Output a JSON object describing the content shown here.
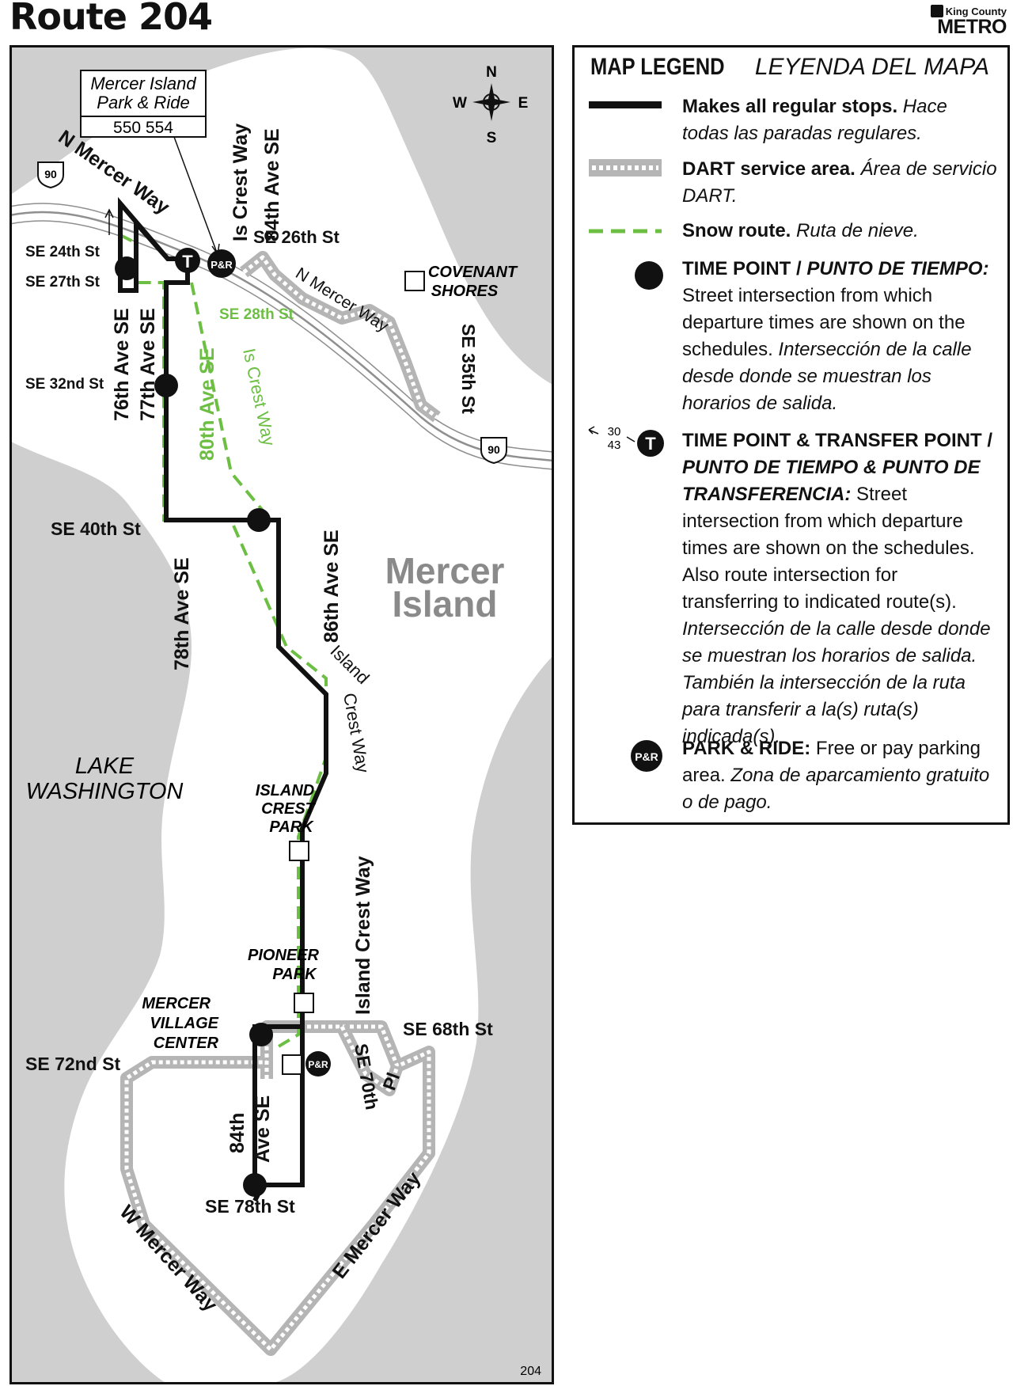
{
  "header": {
    "route_title": "Route 204",
    "agency_small": "King County",
    "agency_big": "METRO"
  },
  "map": {
    "park_ride_box": {
      "name": "Mercer Island Park & Ride",
      "name_line1": "Mercer Island",
      "name_line2": "Park & Ride",
      "routes": "550 554"
    },
    "compass": {
      "n": "N",
      "s": "S",
      "e": "E",
      "w": "W"
    },
    "freeway_shield": "90",
    "place_label": {
      "line1": "Mercer",
      "line2": "Island"
    },
    "lake_label": {
      "line1": "LAKE",
      "line2": "WASHINGTON"
    },
    "landmarks": {
      "covenant_shores": {
        "line1": "COVENANT",
        "line2": "SHORES"
      },
      "island_crest_park": {
        "line1": "ISLAND",
        "line2": "CREST",
        "line3": "PARK"
      },
      "pioneer_park": {
        "line1": "PIONEER",
        "line2": "PARK"
      },
      "mercer_village_center": {
        "line1": "MERCER",
        "line2": "VILLAGE",
        "line3": "CENTER"
      }
    },
    "streets": {
      "n_mercer_way_top": "N Mercer Way",
      "is_crest_way_top": "Is Crest Way",
      "ave84_top": "84th Ave SE",
      "se26": "SE 26th St",
      "n_mercer_way_right": "N Mercer Way",
      "se35": "SE 35th St",
      "se24": "SE 24th St",
      "se27": "SE 27th St",
      "ave76": "76th Ave SE",
      "ave77": "77th Ave SE",
      "se28": "SE 28th St",
      "ave80": "80th Ave SE",
      "is_crest_way_green": "Is Crest Way",
      "se32": "SE 32nd St",
      "se40": "SE 40th St",
      "ave78": "78th Ave SE",
      "ave86": "86th Ave SE",
      "island_crest_diag": "Island",
      "crest_way_vert": "Crest Way",
      "island_crest_way_lower": "Island Crest Way",
      "se68": "SE 68th St",
      "se70_a": "SE 70th",
      "se70_b": "Pl",
      "se72": "SE 72nd St",
      "ave84_lower_a": "84th",
      "ave84_lower_b": "Ave SE",
      "se78": "SE 78th St",
      "w_mercer_way": "W Mercer Way",
      "e_mercer_way": "E Mercer Way"
    },
    "transfer_routes": "↑",
    "page_number": "204",
    "symbols": {
      "transfer": "T",
      "park_ride": "P&R"
    }
  },
  "legend": {
    "heading_bold": "MAP LEGEND",
    "heading_italic": "LEYENDA DEL MAPA",
    "regular": {
      "bold": "Makes all regular stops.",
      "italic": "Hace todas las paradas regulares."
    },
    "dart": {
      "bold": "DART service area.",
      "italic": "Área de servicio DART."
    },
    "snow": {
      "bold": "Snow route.",
      "italic": "Ruta de nieve."
    },
    "timepoint": {
      "bold": "TIME POINT / ",
      "bold_italic": "PUNTO DE TIEMPO:",
      "text": "Street intersection from which departure times are shown on the schedules.",
      "italic": "Intersección de la calle desde donde se muestran los horarios de salida."
    },
    "transfer": {
      "routes_a": "30",
      "routes_b": "43",
      "bold": "TIME POINT & TRANSFER POINT / ",
      "bold_italic": "PUNTO DE TIEMPO & PUNTO DE TRANSFERENCIA:",
      "text": "Street intersection from which departure times are shown on the schedules. Also route intersection for transferring to indicated route(s).",
      "italic": "Intersección de la calle desde donde se muestran los horarios de salida. También la intersección de la ruta para transferir a la(s) ruta(s) indicada(s)."
    },
    "parkride": {
      "bold": "PARK & RIDE:",
      "text": "Free or pay parking area.",
      "italic": "Zona de aparcamiento gratuito o de pago."
    }
  },
  "colors": {
    "route": "#111111",
    "snow": "#6cbf43",
    "dart": "#b5b5b5",
    "water": "#cfcfcf",
    "land": "#ffffff",
    "place": "#8a8a8a"
  }
}
